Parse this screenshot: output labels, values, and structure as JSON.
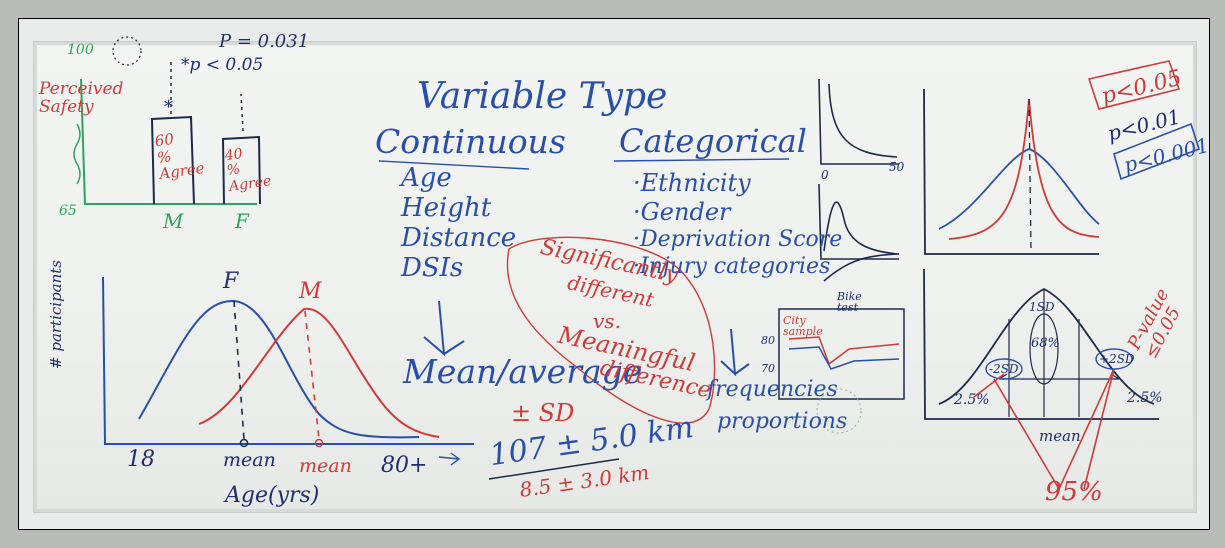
{
  "whiteboard": {
    "title": "Variable Type",
    "continuous": {
      "heading": "Continuous",
      "items": [
        "Age",
        "Height",
        "Distance",
        "DSIs"
      ],
      "summary": "Mean/average",
      "sd": "± SD",
      "example_main": "107 ± 5.0 km",
      "example_alt": "8.5 ± 3.0 km"
    },
    "categorical": {
      "heading": "Categorical",
      "items": [
        "·Ethnicity",
        "·Gender",
        "·Deprivation Score",
        "·Injury categories"
      ],
      "summary_1": "frequencies",
      "summary_2": "proportions"
    },
    "significance": {
      "line1": "Significantly",
      "line2": "different",
      "line3": "vs.",
      "line4": "Meaningful",
      "line5": "difference"
    },
    "bar_chart": {
      "ylabel": "Perceived Safety",
      "y_top": "100",
      "y_bottom": "65",
      "p_equal": "P = 0.031",
      "p_less": "*p < 0.05",
      "star": "*",
      "bar_m_label": "60 % Agree",
      "bar_f_label": "40 % Agree",
      "cat_m": "M",
      "cat_f": "F"
    },
    "distribution_chart": {
      "ylabel": "# participants",
      "curve_f": "F",
      "curve_m": "M",
      "x_min": "18",
      "x_max": "80+",
      "mean_f": "mean",
      "mean_m": "mean",
      "xlabel": "Age(yrs)"
    },
    "right_panel": {
      "p1": "p<0.05",
      "p2": "p<0.01",
      "p3": "p<0.001",
      "axis_50": "50",
      "axis_0": "0",
      "pvalue_note": "P-value ≤0.05",
      "sd1": "1SD",
      "pct_68": "68%",
      "minus2": "-2SD",
      "plus2": "+2SD",
      "left_tail": "2.5%",
      "right_tail": "2.5%",
      "mean": "mean",
      "pct_95": "95%"
    },
    "mini_chart": {
      "city_label": "City sample",
      "bike_label": "Bike test",
      "tick_80": "80",
      "tick_70": "70"
    }
  },
  "colors": {
    "blue_marker": "#2a4fa8",
    "red_marker": "#d23a3a",
    "green_marker": "#2fa35e",
    "navy_marker": "#1f2f6e",
    "board": "#eef1ee"
  }
}
